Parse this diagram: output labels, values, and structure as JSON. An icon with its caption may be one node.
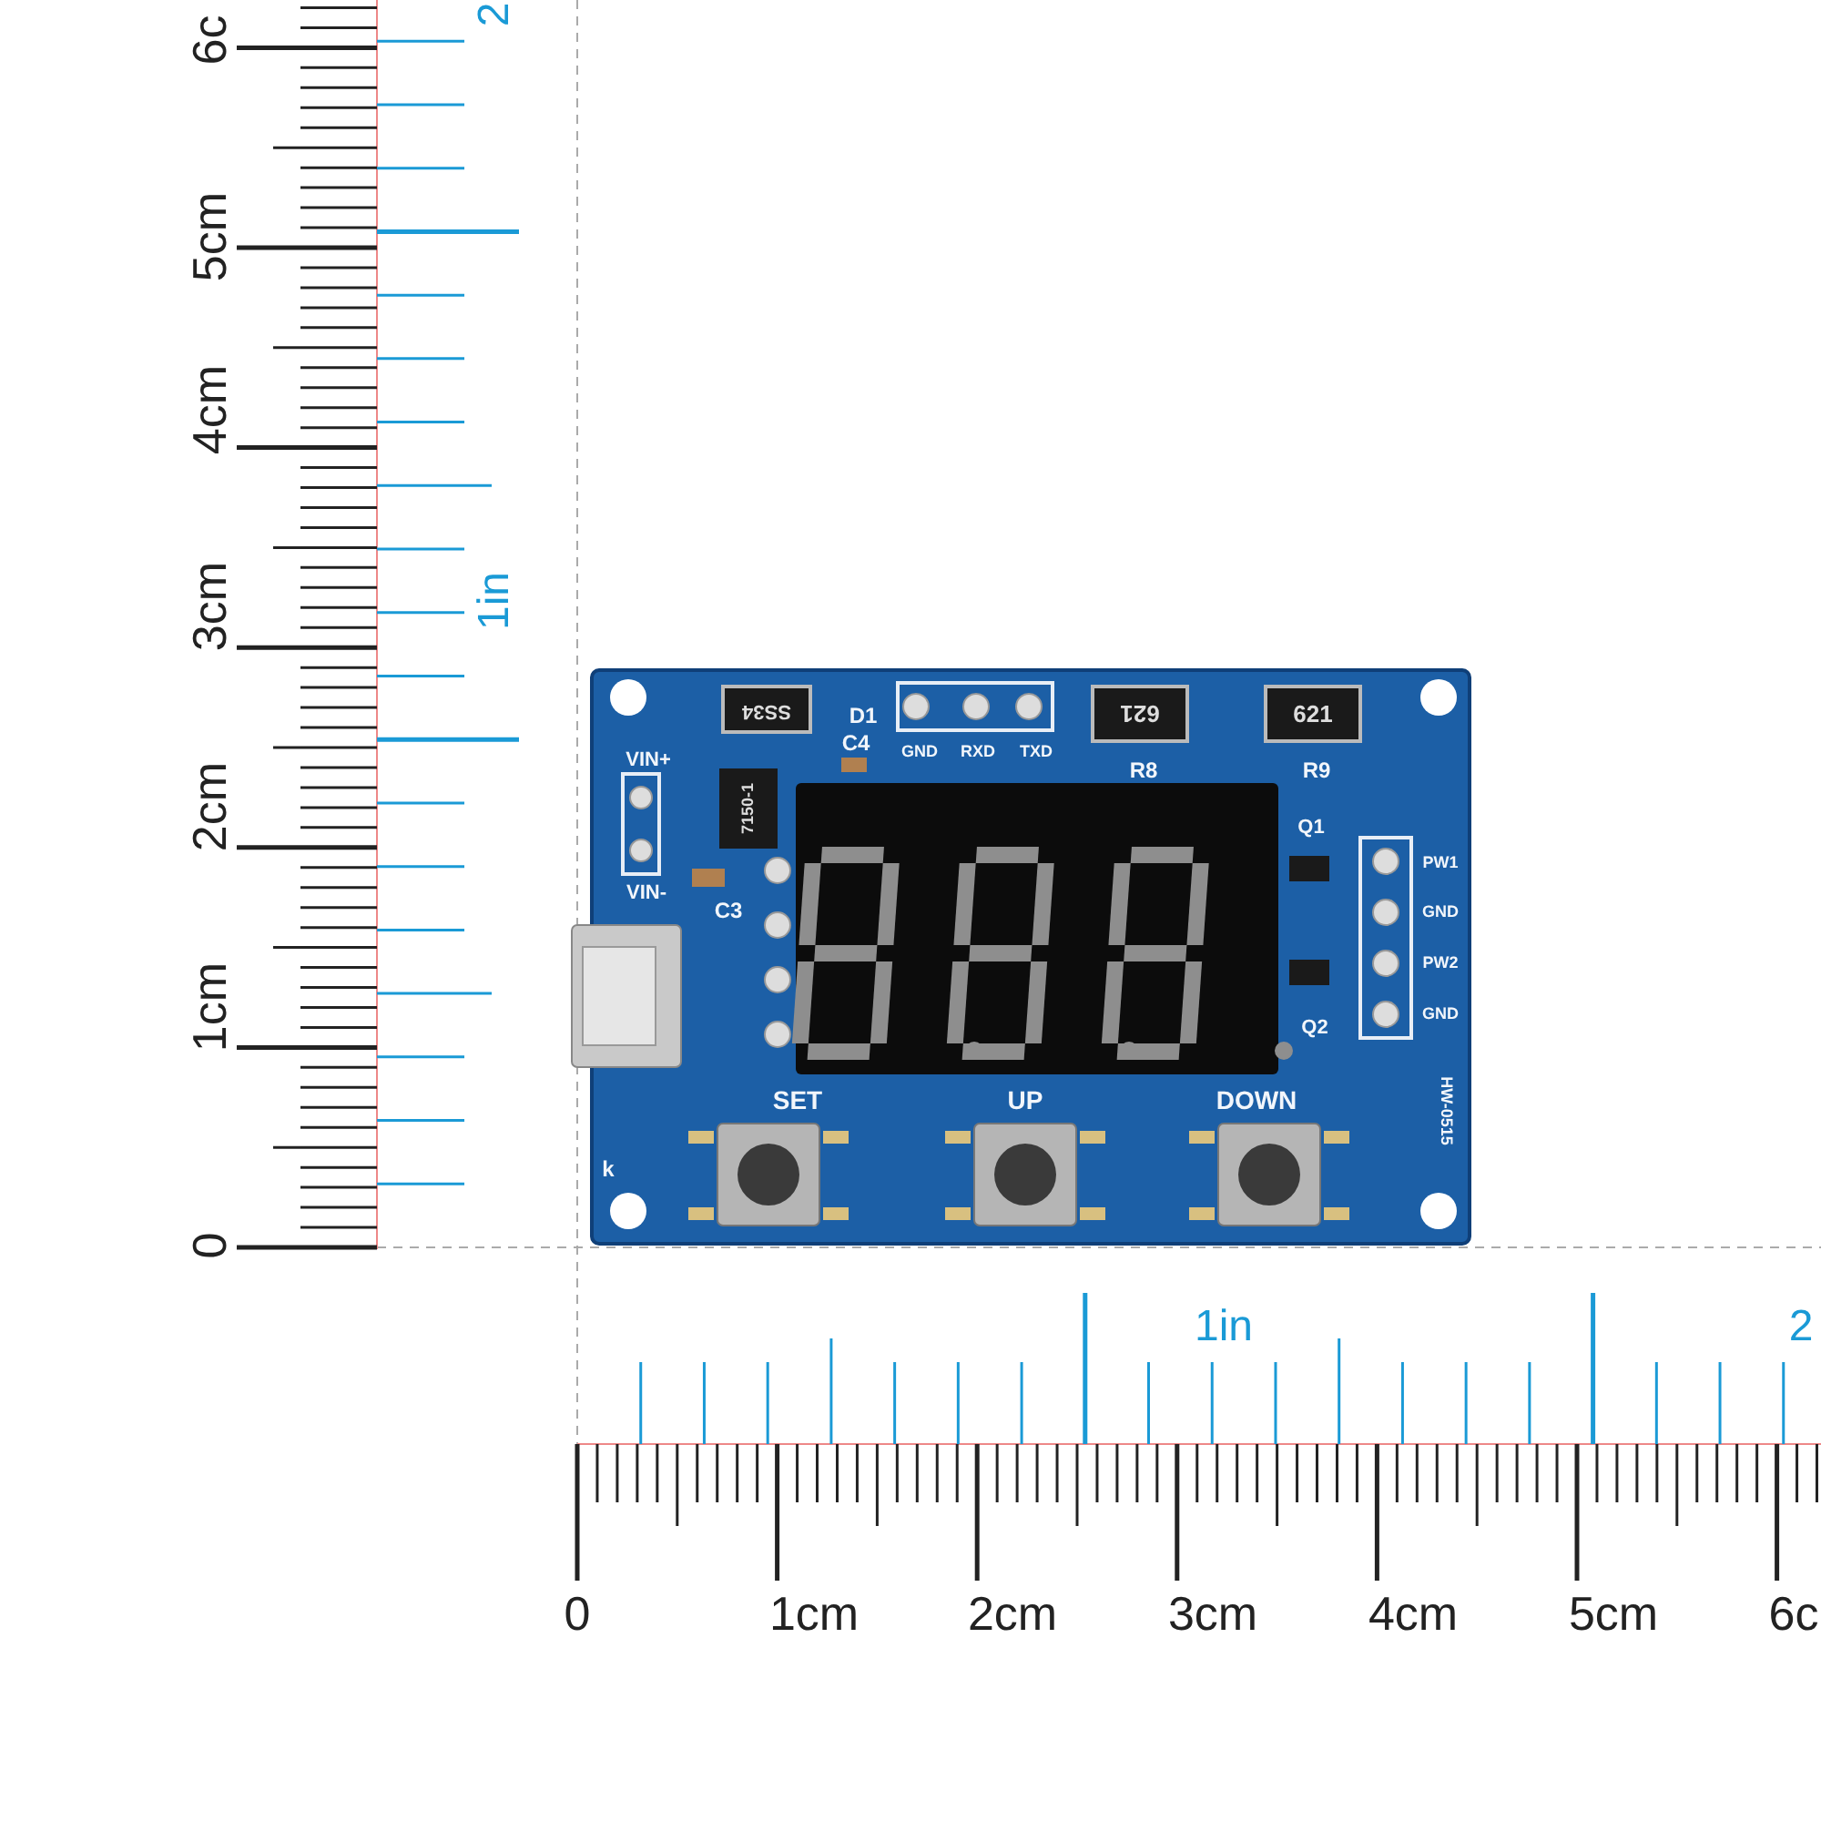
{
  "diagram": {
    "labels": [
      "6c",
      "2",
      "5cm",
      "4cm",
      "3cm",
      "1in",
      "2cm",
      "1cm",
      "0",
      "SS34",
      "D1",
      "C4",
      "GND",
      "RXD",
      "TXD",
      "621",
      "621",
      "VIN+",
      "R8",
      "R9",
      "7150-1",
      "Q1",
      "PW1",
      "VIN-",
      "C3",
      "GND",
      "PW2",
      "GND",
      "Q2",
      "HW-0515",
      "SET",
      "UP",
      "DOWN",
      "k",
      "1in",
      "2",
      "0",
      "1cm",
      "2cm",
      "3cm",
      "4cm",
      "5cm",
      "6c"
    ]
  }
}
